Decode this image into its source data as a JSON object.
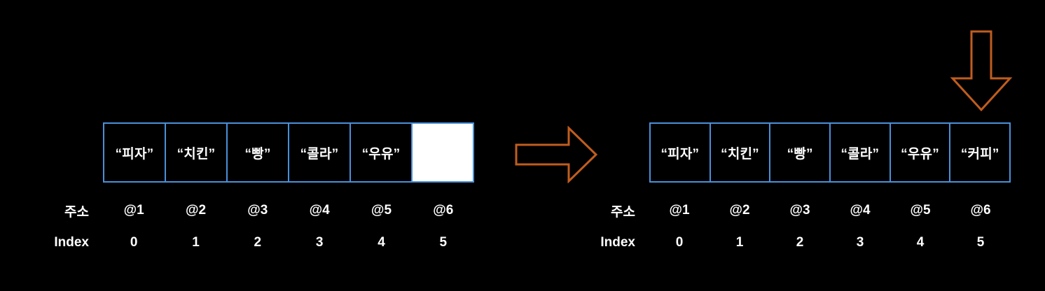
{
  "diagram": {
    "title_visible": false,
    "background_color": "#000000",
    "cell_border_color": "#4a90d9",
    "arrow_color": "#c05d1e",
    "text_color": "#ffffff",
    "empty_cell_fill": "#ffffff"
  },
  "before": {
    "label": "before-array",
    "cells": [
      {
        "value": "“피자”",
        "empty": false
      },
      {
        "value": "“치킨”",
        "empty": false
      },
      {
        "value": "“빵”",
        "empty": false
      },
      {
        "value": "“콜라”",
        "empty": false
      },
      {
        "value": "“우유”",
        "empty": false
      },
      {
        "value": "",
        "empty": true
      }
    ],
    "address_row_title": "주소",
    "addresses": [
      "@1",
      "@2",
      "@3",
      "@4",
      "@5",
      "@6"
    ],
    "index_row_title": "Index",
    "indexes": [
      "0",
      "1",
      "2",
      "3",
      "4",
      "5"
    ]
  },
  "after": {
    "label": "after-array",
    "cells": [
      {
        "value": "“피자”",
        "empty": false
      },
      {
        "value": "“치킨”",
        "empty": false
      },
      {
        "value": "“빵”",
        "empty": false
      },
      {
        "value": "“콜라”",
        "empty": false
      },
      {
        "value": "“우유”",
        "empty": false
      },
      {
        "value": "“커피”",
        "empty": false
      }
    ],
    "address_row_title": "주소",
    "addresses": [
      "@1",
      "@2",
      "@3",
      "@4",
      "@5",
      "@6"
    ],
    "index_row_title": "Index",
    "indexes": [
      "0",
      "1",
      "2",
      "3",
      "4",
      "5"
    ]
  },
  "arrows": {
    "transition": {
      "name": "arrow-right-icon",
      "direction": "right"
    },
    "insertion": {
      "name": "arrow-down-icon",
      "direction": "down"
    }
  }
}
